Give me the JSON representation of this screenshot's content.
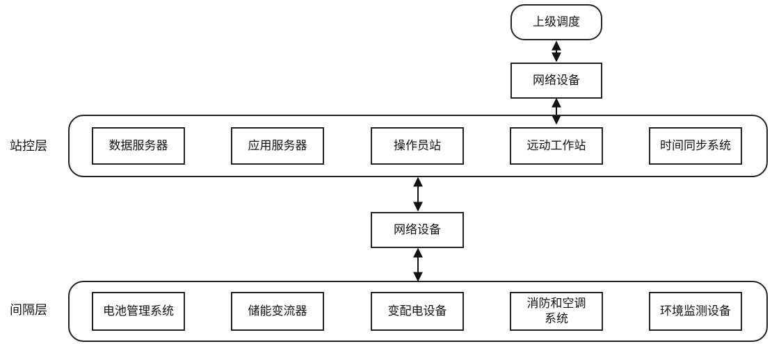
{
  "top": {
    "dispatch": "上级调度",
    "network": "网络设备"
  },
  "station_layer": {
    "label": "站控层",
    "items": [
      "数据服务器",
      "应用服务器",
      "操作员站",
      "远动工作站",
      "时间同步系统"
    ]
  },
  "middle": {
    "network": "网络设备"
  },
  "bay_layer": {
    "label": "间隔层",
    "items": [
      "电池管理系统",
      "储能变流器",
      "变配电设备",
      "消防和空调\n系统",
      "环境监测设备"
    ]
  }
}
